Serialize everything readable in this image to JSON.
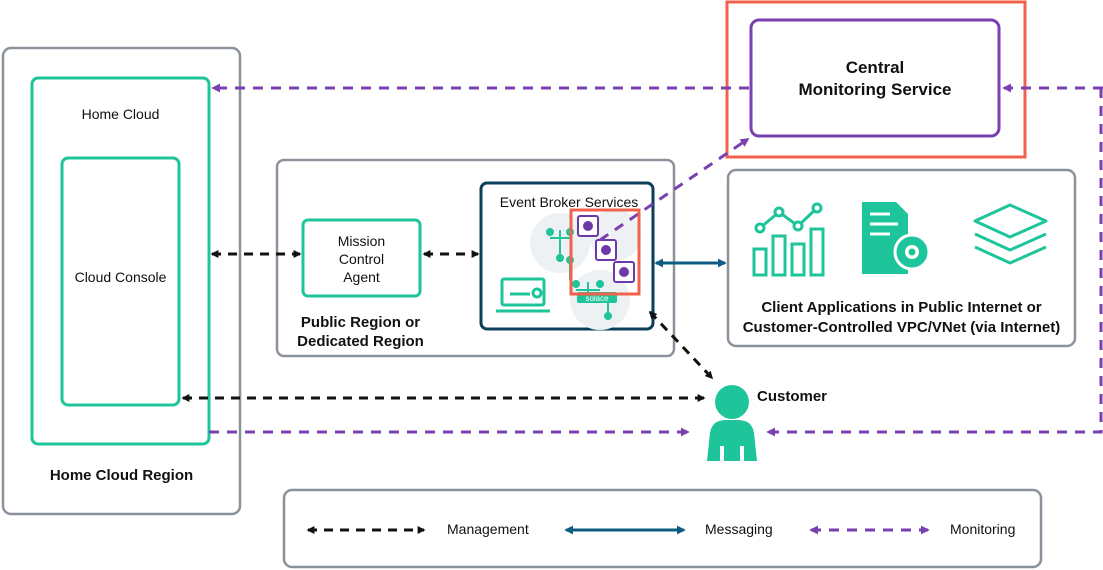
{
  "nodes": {
    "home_cloud_region": "Home Cloud Region",
    "home_cloud": "Home Cloud",
    "cloud_console": "Cloud Console",
    "public_region": "Public Region or\nDedicated Region",
    "mission_control_agent": "Mission\nControl\nAgent",
    "event_broker_services": "Event Broker Services",
    "central_monitoring": "Central\nMonitoring Service",
    "client_apps": "Client Applications in Public Internet or\nCustomer-Controlled VPC/VNet (via Internet)",
    "customer": "Customer",
    "broker_chip": "solace"
  },
  "legend": {
    "management": "Management",
    "messaging": "Messaging",
    "monitoring": "Monitoring"
  },
  "colors": {
    "green": "#1ec59a",
    "gray": "#8c929c",
    "navy": "#0b3e5a",
    "purple": "#7a3fb0",
    "red": "#f0624b",
    "messaging": "#0e5c84",
    "black": "#111111"
  },
  "icons": [
    "line-chart-icon",
    "document-gear-icon",
    "layers-icon",
    "person-icon",
    "laptop-icon",
    "broker-nodes-icon"
  ]
}
